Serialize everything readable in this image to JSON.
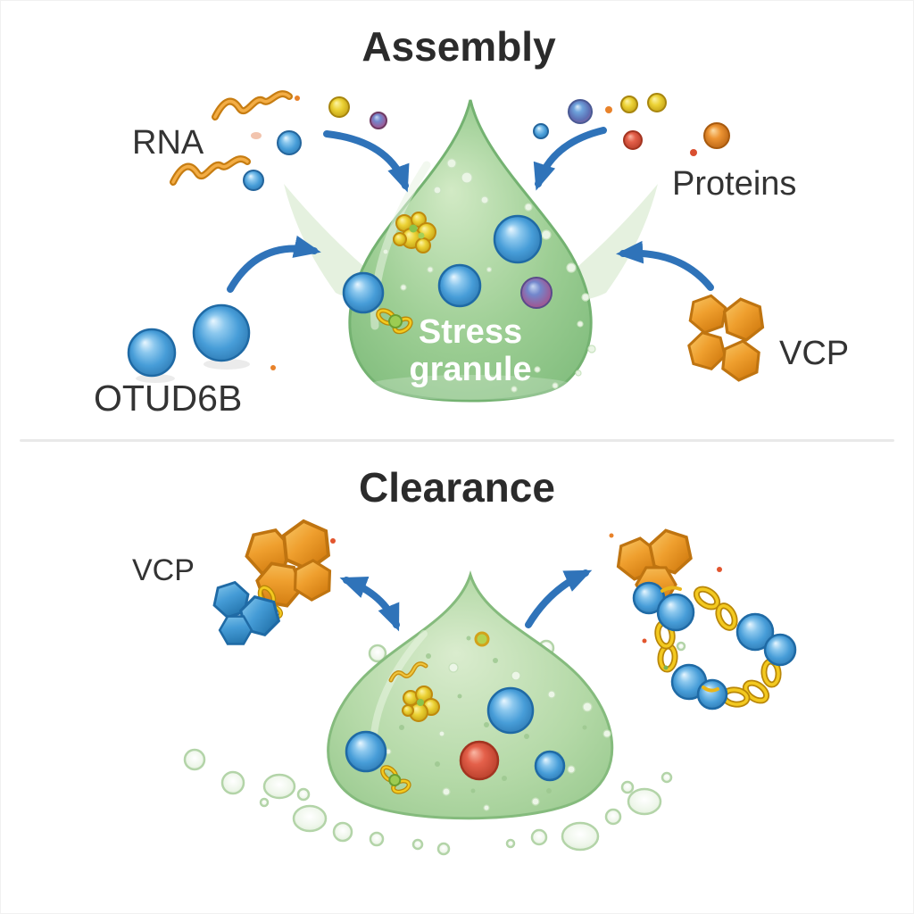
{
  "assembly": {
    "title": "Assembly",
    "rna_label": "RNA",
    "proteins_label": "Proteins",
    "otud6b_label": "OTUD6B",
    "vcp_label": "VCP",
    "granule_label": {
      "line1": "Stress",
      "line2": "granule"
    }
  },
  "clearance": {
    "title": "Clearance",
    "vcp_label": "VCP"
  },
  "colors": {
    "background": "#ffffff",
    "divider": "#e9e9e9",
    "title_text": "#2b2b2b",
    "label_text": "#333333",
    "granule_text": "#ffffff",
    "arrow_blue": "#2f73b9",
    "granule_green": "#9dce94",
    "granule_green_pale": "#b4d9a7",
    "rna_orange": "#d88f1e",
    "vcp_hexamer_orange": "#ef9f2e",
    "otud6b_sphere_blue": "#479dd8",
    "ubiquitin_chain_yellow": "#f3c91f",
    "protein_yellow": "#ecd235",
    "protein_red": "#e4604a",
    "protein_orange": "#ed9433",
    "protein_purple": "#b0467e",
    "droplet_green": "#ddeed6"
  },
  "icons": {
    "rna-strand-icon": "orange wavy strand",
    "protein-sphere-icon": "glossy colored ball",
    "stress-granule-icon": "green liquid droplet blob",
    "vcp-hexamer-icon": "orange hexagon cluster",
    "otud6b-icon": "blue sphere pair",
    "ubiquitin-chain-icon": "yellow chain links with blue ubiquitin beads",
    "arrow-icon": "curved blue arrow",
    "bubble-icon": "pale green droplet"
  }
}
